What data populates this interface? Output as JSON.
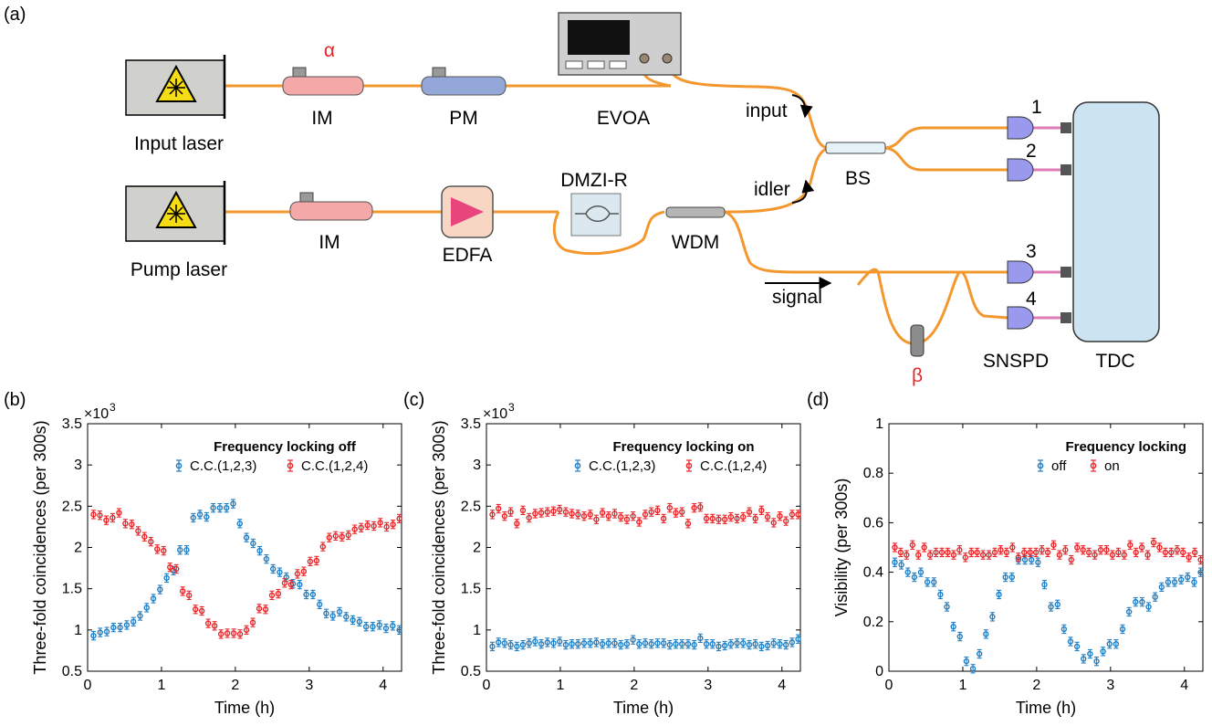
{
  "panel_labels": {
    "a": "(a)",
    "b": "(b)",
    "c": "(c)",
    "d": "(d)"
  },
  "setup": {
    "input_laser": "Input laser",
    "pump_laser": "Pump laser",
    "im_input": "IM",
    "im_pump": "IM",
    "pm": "PM",
    "evoa": "EVOA",
    "edfa": "EDFA",
    "dmzi": "DMZI-R",
    "wdm": "WDM",
    "bs": "BS",
    "alpha": "α",
    "beta": "β",
    "input_arrow": "input",
    "idler_arrow": "idler",
    "signal_arrow": "signal",
    "snspd": "SNSPD",
    "tdc": "TDC",
    "det1": "1",
    "det2": "2",
    "det3": "3",
    "det4": "4",
    "colors": {
      "fiber": "#f2982e",
      "pink_fiber": "#e07bb8",
      "im": "#f4a8a8",
      "pm": "#93a8d8",
      "detector": "#9999ee",
      "tdc": "#cce4f2"
    }
  },
  "chart_data": [
    {
      "type": "scatter",
      "id": "b",
      "exponent": "×10",
      "exponent_power": "3",
      "ylabel": "Three-fold coincidences (per 300s)",
      "xlabel": "Time (h)",
      "xlim": [
        0,
        4.25
      ],
      "ylim": [
        0.5,
        3.5
      ],
      "xticks": [
        "0",
        "1",
        "2",
        "3",
        "4"
      ],
      "yticks": [
        "0.5",
        "1",
        "1.5",
        "2",
        "2.5",
        "3",
        "3.5"
      ],
      "legend_title": "Frequency locking off",
      "series": [
        {
          "name": "C.C.(1,2,3)",
          "color": "#1f7ec4",
          "values": [
            0.93,
            0.97,
            0.98,
            1.03,
            1.03,
            1.06,
            1.1,
            1.17,
            1.27,
            1.38,
            1.49,
            1.63,
            1.72,
            1.97,
            1.97,
            2.36,
            2.4,
            2.37,
            2.48,
            2.48,
            2.48,
            2.53,
            2.29,
            2.12,
            2.05,
            1.96,
            1.86,
            1.74,
            1.7,
            1.64,
            1.56,
            1.55,
            1.43,
            1.43,
            1.31,
            1.2,
            1.17,
            1.22,
            1.16,
            1.12,
            1.1,
            1.04,
            1.04,
            1.06,
            1.02,
            1.05,
            1.0
          ]
        },
        {
          "name": "C.C.(1,2,4)",
          "color": "#e8262a",
          "values": [
            2.4,
            2.39,
            2.33,
            2.36,
            2.42,
            2.29,
            2.28,
            2.2,
            2.13,
            2.07,
            1.98,
            1.96,
            1.76,
            1.74,
            1.47,
            1.42,
            1.25,
            1.23,
            1.08,
            1.05,
            0.95,
            0.96,
            0.96,
            0.95,
            1.0,
            1.09,
            1.26,
            1.25,
            1.42,
            1.44,
            1.57,
            1.55,
            1.68,
            1.71,
            1.83,
            1.84,
            2.01,
            2.12,
            2.14,
            2.13,
            2.15,
            2.22,
            2.24,
            2.27,
            2.26,
            2.3,
            2.25,
            2.28,
            2.35
          ]
        }
      ]
    },
    {
      "type": "scatter",
      "id": "c",
      "exponent": "×10",
      "exponent_power": "3",
      "ylabel": "Three-fold coincidences (per 300s)",
      "xlabel": "Time (h)",
      "xlim": [
        0,
        4.25
      ],
      "ylim": [
        0.5,
        3.5
      ],
      "xticks": [
        "0",
        "1",
        "2",
        "3",
        "4"
      ],
      "yticks": [
        "0.5",
        "1",
        "1.5",
        "2",
        "2.5",
        "3",
        "3.5"
      ],
      "legend_title": "Frequency locking on",
      "series": [
        {
          "name": "C.C.(1,2,3)",
          "color": "#1f7ec4",
          "values": [
            0.8,
            0.85,
            0.84,
            0.82,
            0.8,
            0.82,
            0.84,
            0.86,
            0.83,
            0.85,
            0.84,
            0.86,
            0.82,
            0.83,
            0.83,
            0.84,
            0.84,
            0.85,
            0.83,
            0.84,
            0.84,
            0.82,
            0.83,
            0.88,
            0.83,
            0.84,
            0.83,
            0.84,
            0.84,
            0.82,
            0.83,
            0.83,
            0.83,
            0.82,
            0.9,
            0.83,
            0.83,
            0.8,
            0.81,
            0.83,
            0.84,
            0.84,
            0.82,
            0.83,
            0.8,
            0.81,
            0.84,
            0.83,
            0.82,
            0.85,
            0.89
          ]
        },
        {
          "name": "C.C.(1,2,4)",
          "color": "#e8262a",
          "values": [
            2.4,
            2.47,
            2.38,
            2.43,
            2.29,
            2.45,
            2.36,
            2.41,
            2.42,
            2.43,
            2.44,
            2.46,
            2.43,
            2.41,
            2.4,
            2.38,
            2.4,
            2.34,
            2.42,
            2.38,
            2.41,
            2.37,
            2.34,
            2.38,
            2.31,
            2.4,
            2.43,
            2.45,
            2.35,
            2.48,
            2.42,
            2.43,
            2.29,
            2.48,
            2.49,
            2.35,
            2.35,
            2.34,
            2.34,
            2.37,
            2.35,
            2.37,
            2.43,
            2.35,
            2.45,
            2.37,
            2.3,
            2.38,
            2.32,
            2.4,
            2.4
          ]
        }
      ]
    },
    {
      "type": "scatter",
      "id": "d",
      "ylabel": "Visibility (per 300s)",
      "xlabel": "Time (h)",
      "xlim": [
        0,
        4.25
      ],
      "ylim": [
        0,
        1
      ],
      "xticks": [
        "0",
        "1",
        "2",
        "3",
        "4"
      ],
      "yticks": [
        "0",
        "0.2",
        "0.4",
        "0.6",
        "0.8",
        "1"
      ],
      "legend_title": "Frequency locking",
      "series": [
        {
          "name": "off",
          "color": "#1f7ec4",
          "values": [
            0.44,
            0.43,
            0.4,
            0.38,
            0.4,
            0.36,
            0.36,
            0.31,
            0.26,
            0.18,
            0.14,
            0.04,
            0.01,
            0.07,
            0.15,
            0.22,
            0.31,
            0.38,
            0.38,
            0.45,
            0.45,
            0.45,
            0.44,
            0.35,
            0.26,
            0.27,
            0.17,
            0.12,
            0.1,
            0.05,
            0.07,
            0.04,
            0.08,
            0.11,
            0.11,
            0.17,
            0.24,
            0.28,
            0.28,
            0.26,
            0.3,
            0.34,
            0.36,
            0.36,
            0.37,
            0.38,
            0.36,
            0.4
          ]
        },
        {
          "name": "on",
          "color": "#e8262a",
          "values": [
            0.5,
            0.48,
            0.47,
            0.51,
            0.47,
            0.5,
            0.47,
            0.48,
            0.48,
            0.48,
            0.47,
            0.49,
            0.46,
            0.48,
            0.48,
            0.47,
            0.47,
            0.48,
            0.49,
            0.48,
            0.5,
            0.46,
            0.48,
            0.48,
            0.48,
            0.49,
            0.48,
            0.51,
            0.47,
            0.49,
            0.45,
            0.5,
            0.49,
            0.48,
            0.47,
            0.49,
            0.49,
            0.47,
            0.48,
            0.47,
            0.51,
            0.48,
            0.5,
            0.47,
            0.52,
            0.5,
            0.48,
            0.48,
            0.49,
            0.48,
            0.46,
            0.48,
            0.45
          ]
        }
      ]
    }
  ]
}
